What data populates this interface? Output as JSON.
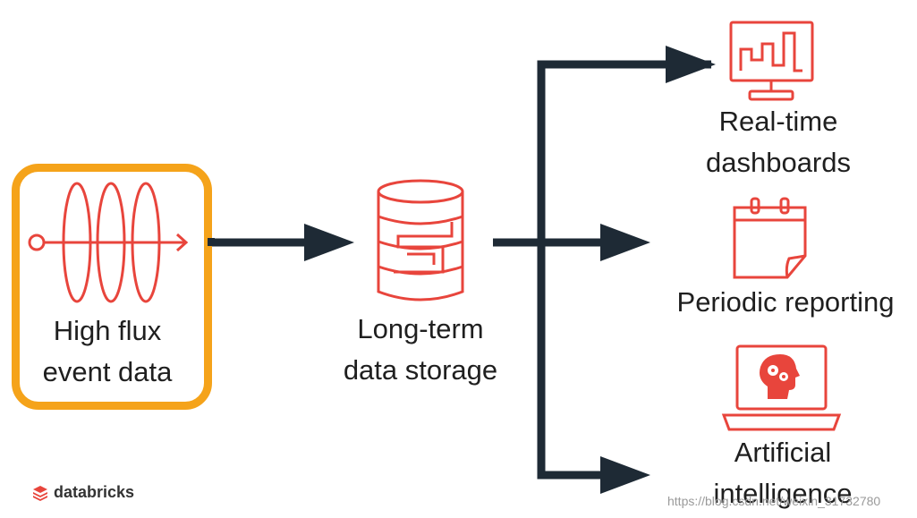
{
  "colors": {
    "accent": "#e8453c",
    "highlight": "#f5a31a",
    "arrow": "#1e2a35"
  },
  "nodes": {
    "source": {
      "line1": "High flux",
      "line2": "event data",
      "icon": "signal-coil-icon"
    },
    "storage": {
      "line1": "Long-term",
      "line2": "data storage",
      "icon": "database-icon"
    },
    "dashboards": {
      "line1": "Real-time",
      "line2": "dashboards",
      "icon": "monitor-chart-icon"
    },
    "reporting": {
      "label": "Periodic reporting",
      "icon": "calendar-icon"
    },
    "ai": {
      "line1": "Artificial",
      "line2": "intelligence",
      "icon": "laptop-brain-icon"
    }
  },
  "brand": {
    "name": "databricks",
    "icon": "databricks-logo-icon"
  },
  "watermark": "https://blog.csdn.net/weixin_31732780"
}
